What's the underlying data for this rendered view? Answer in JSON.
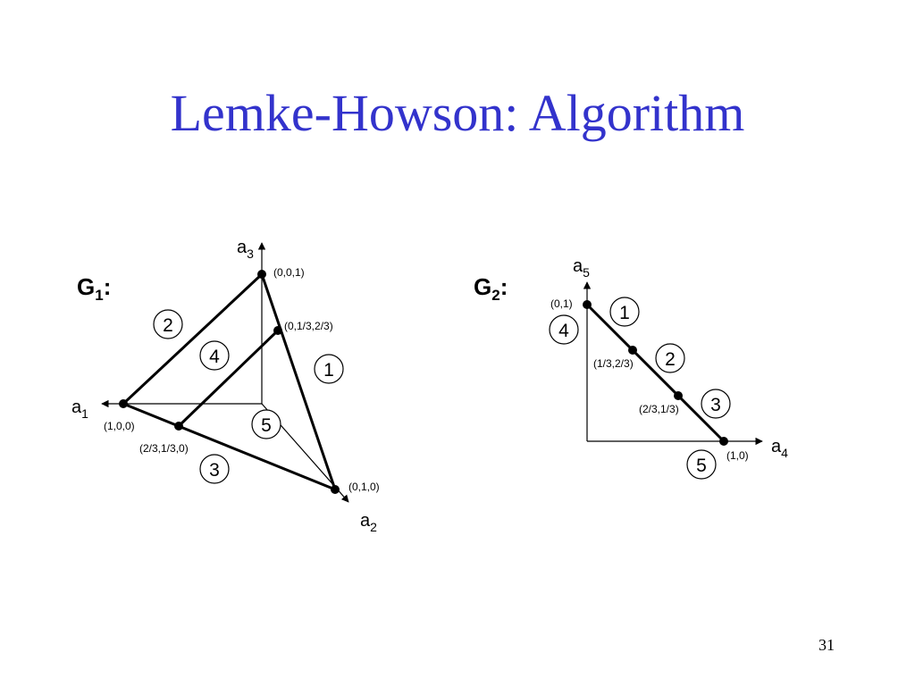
{
  "slide": {
    "title": "Lemke-Howson: Algorithm",
    "page_number": "31",
    "colors": {
      "title": "#3333cc",
      "ink": "#000000",
      "background": "#ffffff"
    }
  },
  "graph1": {
    "label": "G",
    "label_sub": "1",
    "label_suffix": ":",
    "axes": [
      {
        "name": "a",
        "sub": "1"
      },
      {
        "name": "a",
        "sub": "2"
      },
      {
        "name": "a",
        "sub": "3"
      }
    ],
    "points": [
      "(0,0,1)",
      "(0,1/3,2/3)",
      "(1,0,0)",
      "(2/3,1/3,0)",
      "(0,1,0)"
    ],
    "region_labels": [
      "2",
      "4",
      "1",
      "5",
      "3"
    ]
  },
  "graph2": {
    "label": "G",
    "label_sub": "2",
    "label_suffix": ":",
    "axes": [
      {
        "name": "a",
        "sub": "5"
      },
      {
        "name": "a",
        "sub": "4"
      }
    ],
    "points": [
      "(0,1)",
      "(1/3,2/3)",
      "(2/3,1/3)",
      "(1,0)"
    ],
    "region_labels": [
      "1",
      "4",
      "2",
      "3",
      "5"
    ]
  }
}
